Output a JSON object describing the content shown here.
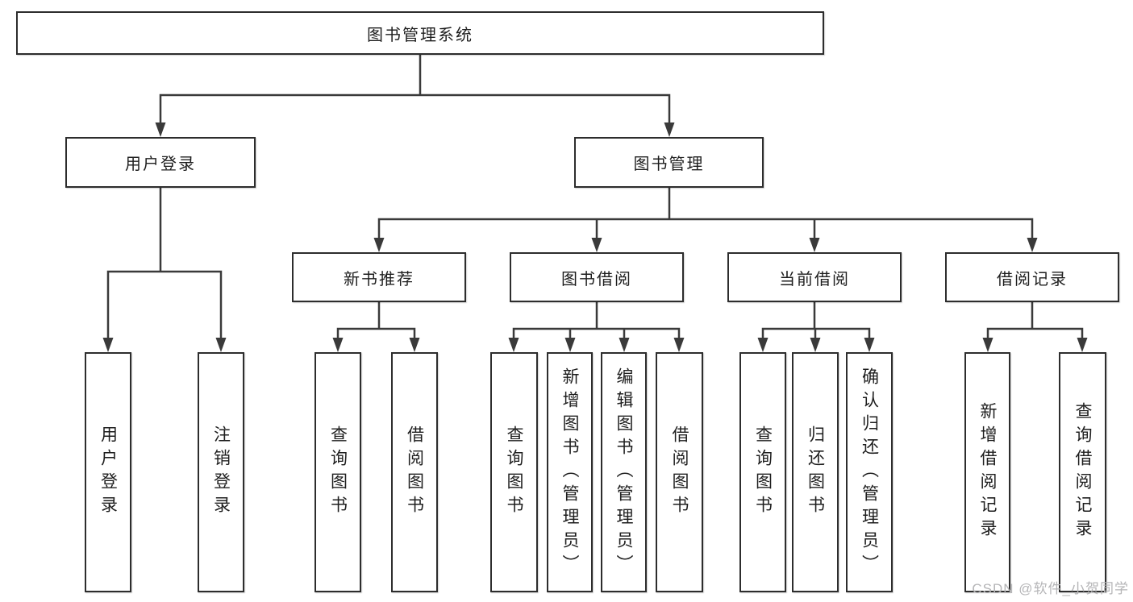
{
  "colors": {
    "line": "#3a3a3a",
    "border": "#2d2d2d",
    "text": "#1e1e1e",
    "watermark": "#b5b5b7"
  },
  "diagram": {
    "root_label": "图书管理系统",
    "branches": {
      "user_login": {
        "label": "用户登录",
        "leaves": [
          "用户登录",
          "注销登录"
        ]
      },
      "book_management": {
        "label": "图书管理",
        "children": [
          {
            "label": "新书推荐",
            "leaves": [
              "查询图书",
              "借阅图书"
            ]
          },
          {
            "label": "图书借阅",
            "leaves": [
              "查询图书",
              "新增图书（管理员）",
              "编辑图书（管理员）",
              "借阅图书"
            ]
          },
          {
            "label": "当前借阅",
            "leaves": [
              "查询图书",
              "归还图书",
              "确认归还（管理员）"
            ]
          },
          {
            "label": "借阅记录",
            "leaves": [
              "新增借阅记录",
              "查询借阅记录"
            ]
          }
        ]
      }
    },
    "watermark": "CSDN @软件_小贺同学"
  }
}
